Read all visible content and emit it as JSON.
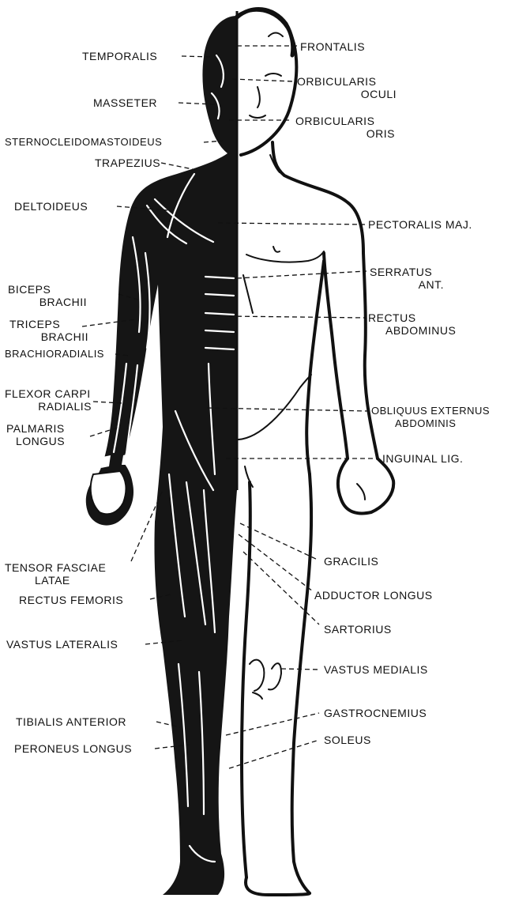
{
  "labels_left": {
    "temporalis": "TEMPORALIS",
    "masseter": "MASSETER",
    "sternocleidomastoideus": "STERNOCLEIDOMASTOIDEUS",
    "trapezius": "TRAPEZIUS",
    "deltoideus": "DELTOIDEUS",
    "biceps_1": "BICEPS",
    "biceps_2": "BRACHII",
    "triceps_1": "TRICEPS",
    "triceps_2": "BRACHII",
    "brachioradialis": "BRACHIORADIALIS",
    "flexor_1": "FLEXOR CARPI",
    "flexor_2": "RADIALIS",
    "palmaris_1": "PALMARIS",
    "palmaris_2": "LONGUS",
    "tensor_1": "TENSOR FASCIAE",
    "tensor_2": "LATAE",
    "rectus_femoris": "RECTUS FEMORIS",
    "vastus_lateralis": "VASTUS LATERALIS",
    "tibialis_anterior": "TIBIALIS ANTERIOR",
    "peroneus_longus": "PERONEUS LONGUS"
  },
  "labels_right": {
    "frontalis": "FRONTALIS",
    "orbicularis_oculi_1": "ORBICULARIS",
    "orbicularis_oculi_2": "OCULI",
    "orbicularis_oris_1": "ORBICULARIS",
    "orbicularis_oris_2": "ORIS",
    "pectoralis": "PECTORALIS MAJ.",
    "serratus_1": "SERRATUS",
    "serratus_2": "ANT.",
    "rectus_abd_1": "RECTUS",
    "rectus_abd_2": "ABDOMINUS",
    "obliquus_1": "OBLIQUUS EXTERNUS",
    "obliquus_2": "ABDOMINIS",
    "inguinal": "INGUINAL LIG.",
    "gracilis": "GRACILIS",
    "adductor": "ADDUCTOR LONGUS",
    "sartorius": "SARTORIUS",
    "vastus_medialis": "VASTUS MEDIALIS",
    "gastrocnemius": "GASTROCNEMIUS",
    "soleus": "SOLEUS"
  }
}
